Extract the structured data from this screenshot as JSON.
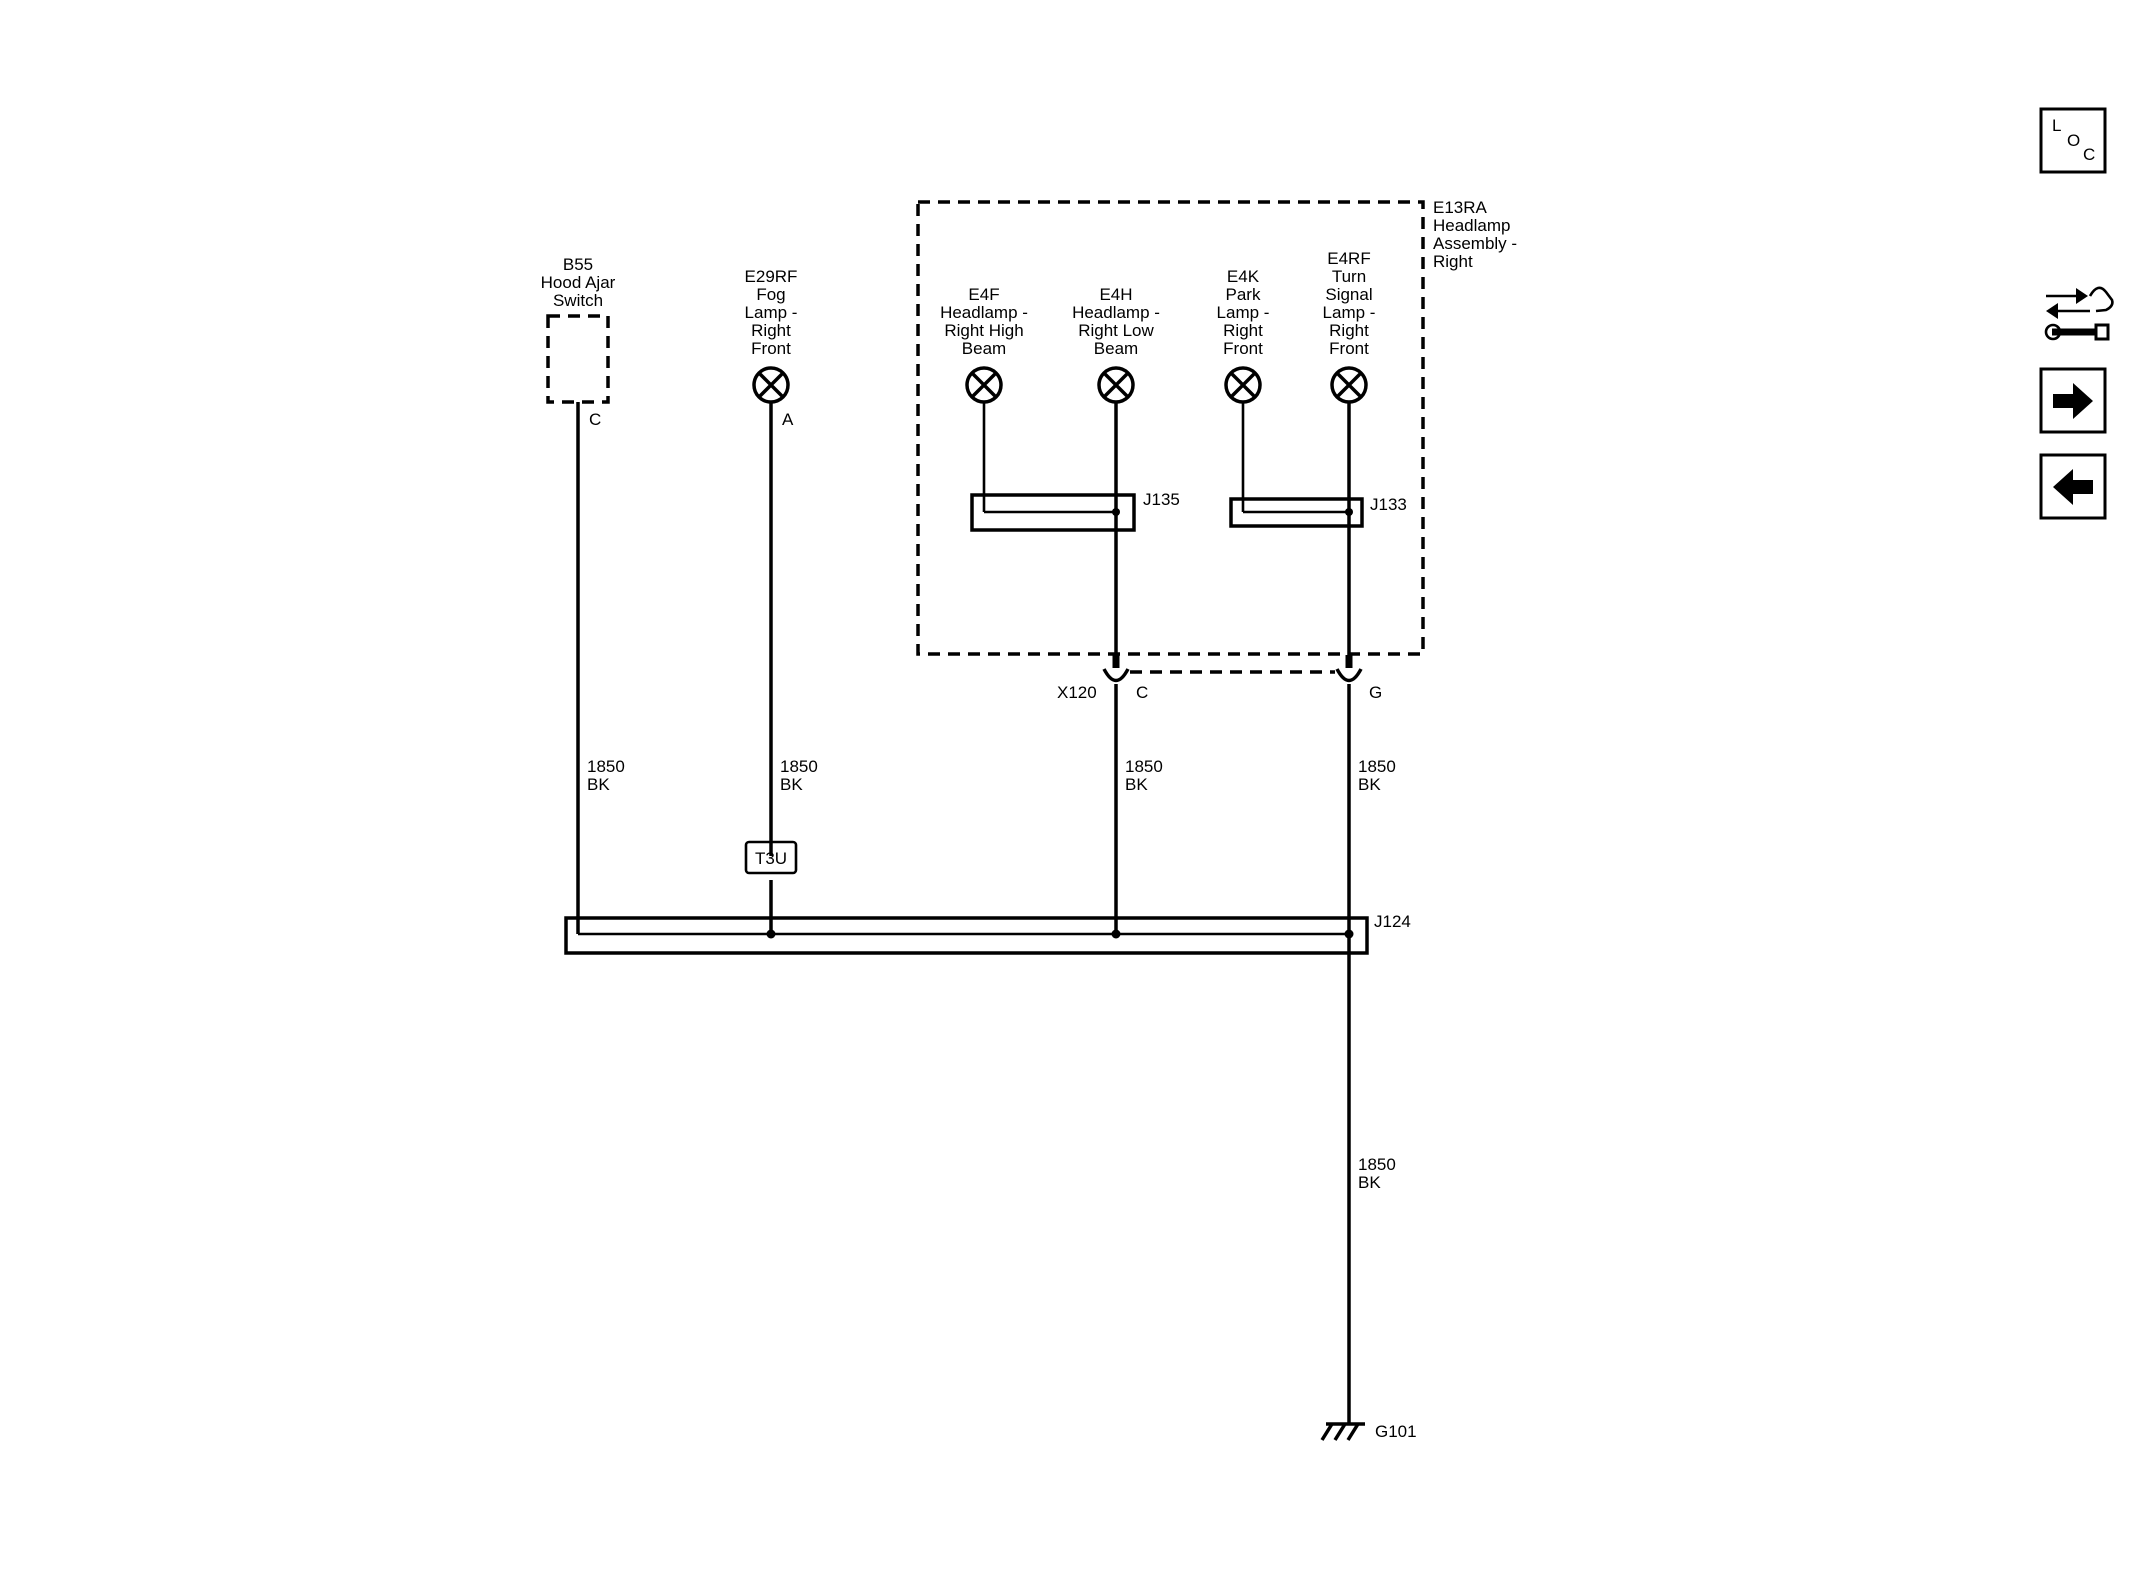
{
  "components": {
    "b55": {
      "lines": [
        "B55",
        "Hood Ajar",
        "Switch"
      ],
      "pin": "C"
    },
    "e29rf": {
      "lines": [
        "E29RF",
        "Fog",
        "Lamp -",
        "Right",
        "Front"
      ],
      "pin": "A"
    },
    "e4f": {
      "lines": [
        "E4F",
        "Headlamp -",
        "Right High",
        "Beam"
      ]
    },
    "e4h": {
      "lines": [
        "E4H",
        "Headlamp -",
        "Right Low",
        "Beam"
      ]
    },
    "e4k": {
      "lines": [
        "E4K",
        "Park",
        "Lamp -",
        "Right",
        "Front"
      ]
    },
    "e4rf": {
      "lines": [
        "E4RF",
        "Turn",
        "Signal",
        "Lamp -",
        "Right",
        "Front"
      ]
    },
    "e13ra": {
      "lines": [
        "E13RA",
        "Headlamp",
        "Assembly -",
        "Right"
      ]
    }
  },
  "splices": {
    "j135": "J135",
    "j133": "J133",
    "j124": "J124"
  },
  "connector": {
    "name": "X120",
    "pin_c": "C",
    "pin_g": "G"
  },
  "wires": [
    {
      "id": "b55-wire",
      "gauge": "1850",
      "color": "BK"
    },
    {
      "id": "e29rf-wire",
      "gauge": "1850",
      "color": "BK"
    },
    {
      "id": "x120c-wire",
      "gauge": "1850",
      "color": "BK"
    },
    {
      "id": "x120g-wire",
      "gauge": "1850",
      "color": "BK"
    },
    {
      "id": "ground-wire",
      "gauge": "1850",
      "color": "BK"
    }
  ],
  "tag": "T3U",
  "ground": "G101",
  "nav": {
    "loc": {
      "l": "L",
      "o": "O",
      "c": "C",
      "icon": "loc-icon"
    },
    "diag_icon": "connector-wrench-icon",
    "next_icon": "arrow-right-icon",
    "prev_icon": "arrow-left-icon"
  }
}
